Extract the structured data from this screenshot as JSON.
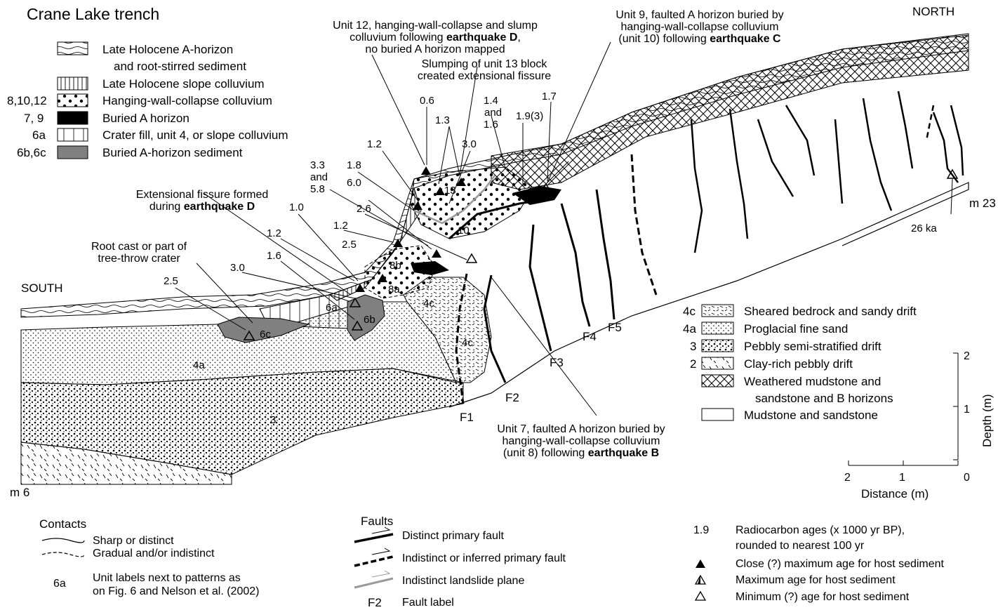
{
  "title": "Crane Lake trench",
  "orientation": {
    "south": "SOUTH",
    "north": "NORTH"
  },
  "station_labels": {
    "left": "m 6",
    "right": "m 23"
  },
  "legend_units": [
    {
      "code": "",
      "lines": [
        "Late Holocene A-horizon",
        "and root-stirred sediment"
      ],
      "pattern": "wavy"
    },
    {
      "code": "",
      "lines": [
        "Late Holocene slope colluvium"
      ],
      "pattern": "vertical-lines"
    },
    {
      "code": "8,10,12",
      "lines": [
        "Hanging-wall-collapse colluvium"
      ],
      "pattern": "dots"
    },
    {
      "code": "7, 9",
      "lines": [
        "Buried A horizon"
      ],
      "pattern": "black"
    },
    {
      "code": "6a",
      "lines": [
        "Crater fill, unit 4, or slope colluvium"
      ],
      "pattern": "sparse-vertical"
    },
    {
      "code": "6b,6c",
      "lines": [
        "Buried A-horizon sediment"
      ],
      "pattern": "gray"
    }
  ],
  "legend_units_right": [
    {
      "code": "4c",
      "label": "Sheared bedrock and sandy drift",
      "pattern": "sheared"
    },
    {
      "code": "4a",
      "label": "Proglacial fine sand",
      "pattern": "fine-dots"
    },
    {
      "code": "3",
      "label": "Pebbly semi-stratified drift",
      "pattern": "pebbly"
    },
    {
      "code": "2",
      "label": "Clay-rich pebbly drift",
      "pattern": "dashes"
    },
    {
      "code": "",
      "label": "Weathered mudstone and",
      "label2": "sandstone and B horizons",
      "pattern": "crosshatch"
    },
    {
      "code": "",
      "label": "Mudstone and sandstone",
      "pattern": "blank"
    }
  ],
  "annotations": {
    "unit12": [
      "Unit 12, hanging-wall-collapse and slump",
      "colluvium following ",
      "earthquake D",
      ",",
      "no buried A horizon mapped"
    ],
    "unit9": [
      "Unit 9, faulted A horizon buried by",
      "hanging-wall-collapse colluvium",
      "(unit 10) following ",
      "earthquake C"
    ],
    "unit13": [
      "Slumping of unit 13 block",
      "created extensional fissure"
    ],
    "fissure": [
      "Extensional fissure formed",
      "during ",
      "earthquake D"
    ],
    "rootcast": [
      "Root cast or part of",
      "tree-throw crater"
    ],
    "unit7": [
      "Unit 7, faulted A horizon buried by",
      "hanging-wall-collapse colluvium",
      "(unit 8) following ",
      "earthquake B"
    ]
  },
  "ages": [
    "0.6",
    "1.3",
    "1.4",
    "and",
    "1.6",
    "1.9(3)",
    "1.7",
    "3.0",
    "1.2",
    "1.8",
    "6.0",
    "2.6",
    "3.3",
    "and",
    "5.8",
    "1.0",
    "1.2",
    "2.5",
    "1.2",
    "1.6",
    "3.0",
    "2.5",
    "26 ka"
  ],
  "unit_labels": [
    "13",
    "10",
    "8b",
    "8a",
    "4c",
    "4c",
    "6a",
    "6b",
    "6c",
    "4a",
    "3"
  ],
  "fault_labels": [
    "F1",
    "F2",
    "F3",
    "F4",
    "F5"
  ],
  "scale": {
    "depth_label": "Depth (m)",
    "depth_ticks": [
      "2",
      "1",
      "0"
    ],
    "distance_label": "Distance (m)",
    "distance_ticks": [
      "2",
      "1",
      "0"
    ]
  },
  "contacts": {
    "heading": "Contacts",
    "items": [
      "Sharp or distinct",
      "Gradual and/or indistinct"
    ],
    "unit_code": "6a",
    "unit_note": [
      "Unit labels next to patterns as",
      "on Fig. 6 and Nelson et al. (2002)"
    ]
  },
  "faults": {
    "heading": "Faults",
    "items": [
      "Distinct primary fault",
      "Indistinct or inferred primary fault",
      "Indistinct landslide plane",
      "Fault label"
    ],
    "label_example": "F2"
  },
  "radiocarbon": {
    "example_value": "1.9",
    "lines": [
      "Radiocarbon ages (x 1000 yr BP),",
      "rounded to nearest 100 yr"
    ],
    "symbols": [
      "Close (?) maximum age for host sediment",
      "Maximum age for host sediment",
      "Minimum (?) age for host sediment"
    ]
  },
  "colors": {
    "ink": "#000000",
    "gray_unit": "#808080",
    "landslide": "#9a9a9a"
  }
}
